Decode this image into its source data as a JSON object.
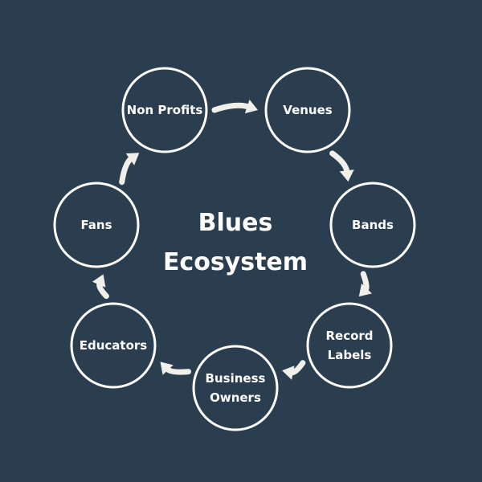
{
  "colors": {
    "background": "#2b3e50",
    "stroke": "#ffffff",
    "text": "#ffffff",
    "arrow": "#f1efea"
  },
  "center": {
    "line1": "Blues",
    "line2": "Ecosystem"
  },
  "nodes": [
    {
      "id": "non-profits",
      "lines": [
        "Non Profits"
      ]
    },
    {
      "id": "venues",
      "lines": [
        "Venues"
      ]
    },
    {
      "id": "bands",
      "lines": [
        "Bands"
      ]
    },
    {
      "id": "record-labels",
      "lines": [
        "Record",
        "Labels"
      ]
    },
    {
      "id": "business-owners",
      "lines": [
        "Business",
        "Owners"
      ]
    },
    {
      "id": "educators",
      "lines": [
        "Educators"
      ]
    },
    {
      "id": "fans",
      "lines": [
        "Fans"
      ]
    }
  ],
  "edges": [
    {
      "from": "non-profits",
      "to": "venues"
    },
    {
      "from": "venues",
      "to": "bands"
    },
    {
      "from": "bands",
      "to": "record-labels"
    },
    {
      "from": "record-labels",
      "to": "business-owners"
    },
    {
      "from": "business-owners",
      "to": "educators"
    },
    {
      "from": "educators",
      "to": "fans"
    },
    {
      "from": "fans",
      "to": "non-profits"
    }
  ]
}
